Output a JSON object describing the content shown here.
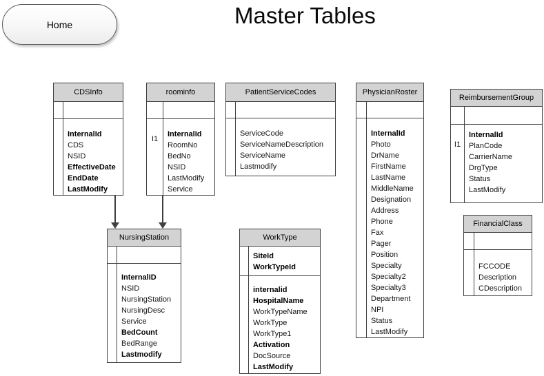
{
  "page": {
    "title": "Master Tables"
  },
  "home_button": {
    "label": "Home"
  },
  "colors": {
    "background": "#ffffff",
    "table_header_fill": "#d3d3d3",
    "table_border": "#3f3f3f",
    "connector": "#3f3f3f",
    "text": "#000000"
  },
  "entities": [
    {
      "title": "CDSInfo",
      "side_label": "",
      "key_fields": [],
      "fields": [
        {
          "label": "InternalId",
          "bold": true
        },
        {
          "label": "CDS",
          "bold": false
        },
        {
          "label": "NSID",
          "bold": false
        },
        {
          "label": "EffectiveDate",
          "bold": true
        },
        {
          "label": "EndDate",
          "bold": true
        },
        {
          "label": "LastModify",
          "bold": true
        }
      ]
    },
    {
      "title": "roominfo",
      "side_label": "I1",
      "key_fields": [],
      "fields": [
        {
          "label": "InternalId",
          "bold": true
        },
        {
          "label": "RoomNo",
          "bold": false
        },
        {
          "label": "BedNo",
          "bold": false
        },
        {
          "label": "NSID",
          "bold": false
        },
        {
          "label": "LastModify",
          "bold": false
        },
        {
          "label": "Service",
          "bold": false
        }
      ]
    },
    {
      "title": "PatientServiceCodes",
      "side_label": "",
      "key_fields": [],
      "fields": [
        {
          "label": "ServiceCode",
          "bold": false
        },
        {
          "label": "ServiceNameDescription",
          "bold": false
        },
        {
          "label": "ServiceName",
          "bold": false
        },
        {
          "label": "Lastmodify",
          "bold": false
        }
      ]
    },
    {
      "title": "PhysicianRoster",
      "side_label": "",
      "key_fields": [],
      "fields": [
        {
          "label": "InternalId",
          "bold": true
        },
        {
          "label": "Photo",
          "bold": false
        },
        {
          "label": "DrName",
          "bold": false
        },
        {
          "label": "FirstName",
          "bold": false
        },
        {
          "label": "LastName",
          "bold": false
        },
        {
          "label": "MiddleName",
          "bold": false
        },
        {
          "label": "Designation",
          "bold": false
        },
        {
          "label": "Address",
          "bold": false
        },
        {
          "label": "Phone",
          "bold": false
        },
        {
          "label": "Fax",
          "bold": false
        },
        {
          "label": "Pager",
          "bold": false
        },
        {
          "label": "Position",
          "bold": false
        },
        {
          "label": "Specialty",
          "bold": false
        },
        {
          "label": "Specialty2",
          "bold": false
        },
        {
          "label": "Specialty3",
          "bold": false
        },
        {
          "label": "Department",
          "bold": false
        },
        {
          "label": "NPI",
          "bold": false
        },
        {
          "label": "Status",
          "bold": false
        },
        {
          "label": "LastModify",
          "bold": false
        }
      ]
    },
    {
      "title": "ReimbursementGroup",
      "side_label": "I1",
      "key_fields": [],
      "fields": [
        {
          "label": "InternalId",
          "bold": true
        },
        {
          "label": "PlanCode",
          "bold": false
        },
        {
          "label": "CarrierName",
          "bold": false
        },
        {
          "label": "DrgType",
          "bold": false
        },
        {
          "label": "Status",
          "bold": false
        },
        {
          "label": "LastModify",
          "bold": false
        }
      ]
    },
    {
      "title": "NursingStation",
      "side_label": "",
      "key_fields": [],
      "fields": [
        {
          "label": "InternalID",
          "bold": true
        },
        {
          "label": "NSID",
          "bold": false
        },
        {
          "label": "NursingStation",
          "bold": false
        },
        {
          "label": "NursingDesc",
          "bold": false
        },
        {
          "label": "Service",
          "bold": false
        },
        {
          "label": "BedCount",
          "bold": true
        },
        {
          "label": "BedRange",
          "bold": false
        },
        {
          "label": "Lastmodify",
          "bold": true
        }
      ]
    },
    {
      "title": "WorkType",
      "side_label": "",
      "key_fields": [
        {
          "label": "SiteId",
          "bold": true
        },
        {
          "label": "WorkTypeId",
          "bold": true
        }
      ],
      "fields": [
        {
          "label": "internalid",
          "bold": true
        },
        {
          "label": "HospitalName",
          "bold": true
        },
        {
          "label": "WorkTypeName",
          "bold": false
        },
        {
          "label": "WorkType",
          "bold": false
        },
        {
          "label": "WorkType1",
          "bold": false
        },
        {
          "label": "Activation",
          "bold": true
        },
        {
          "label": "DocSource",
          "bold": false
        },
        {
          "label": "LastModify",
          "bold": true
        }
      ]
    },
    {
      "title": "FinancialClass",
      "side_label": "",
      "key_fields": [],
      "fields": [
        {
          "label": "FCCODE",
          "bold": false
        },
        {
          "label": "Description",
          "bold": false
        },
        {
          "label": "CDescription",
          "bold": false
        }
      ]
    }
  ],
  "connectors": [
    {
      "from": "CDSInfo",
      "to": "NursingStation",
      "direction": "down"
    },
    {
      "from": "roominfo",
      "to": "NursingStation",
      "direction": "down"
    }
  ]
}
